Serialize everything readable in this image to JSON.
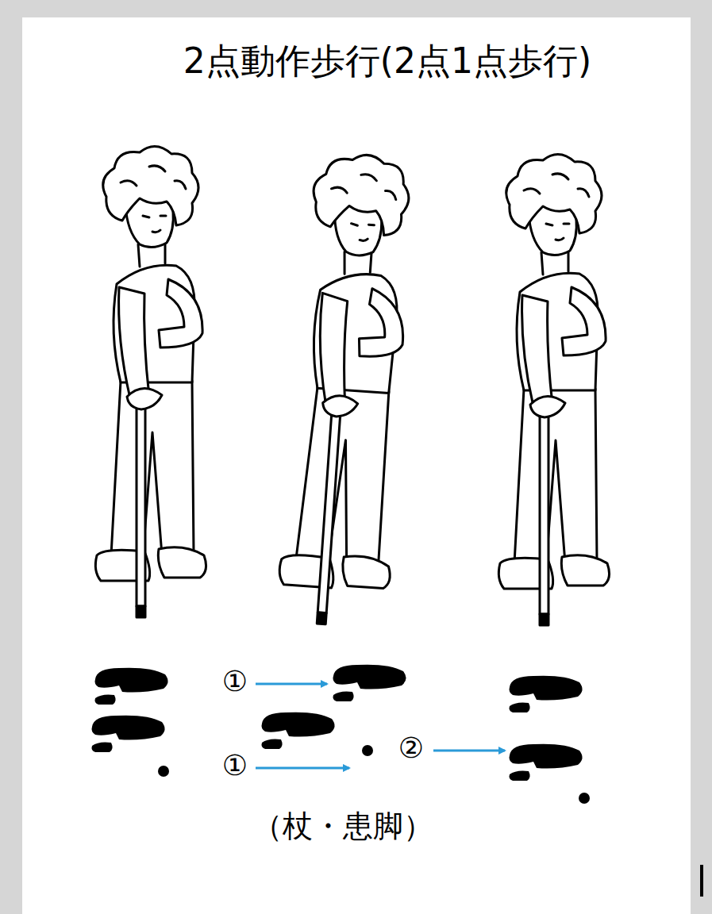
{
  "diagram": {
    "title": "2点動作歩行(2点1点歩行)",
    "caption": "（杖・患脚）",
    "labels": [
      "①",
      "①",
      "②"
    ]
  }
}
